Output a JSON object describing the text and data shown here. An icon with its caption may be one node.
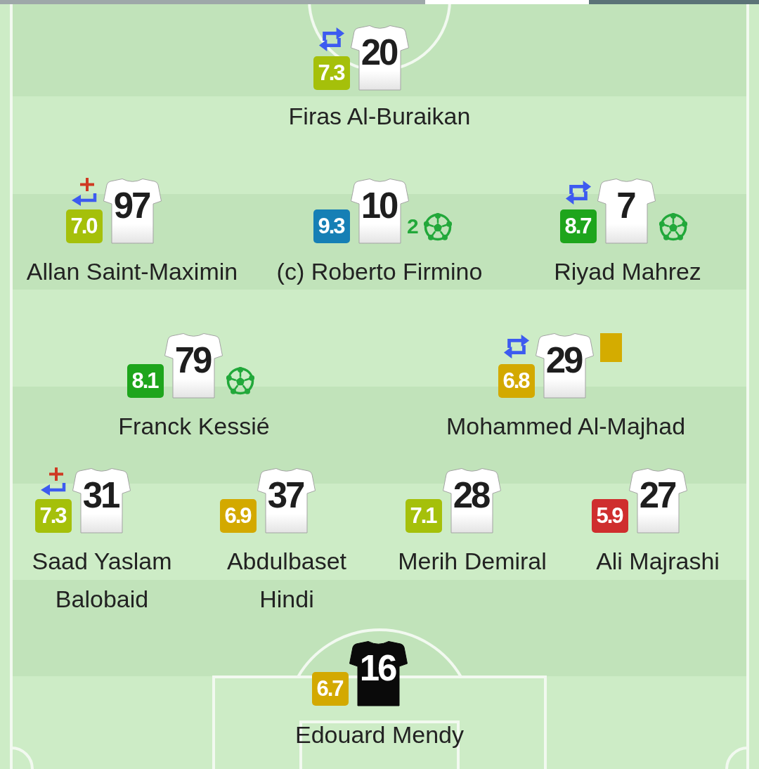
{
  "diagram": {
    "nodes": [
      {
        "text": [
          "7.3"
        ]
      },
      {
        "text": [
          "20"
        ],
        "beside": [
          "Firas Al-Buraikan"
        ]
      },
      {
        "text": [
          "7.0"
        ]
      },
      {
        "text": [
          "97"
        ],
        "beside": [
          "Allan Saint-Maximin"
        ]
      },
      {
        "text": [
          "9.3"
        ]
      },
      {
        "text": [
          "10"
        ],
        "beside": [
          "(c) Roberto Firmino"
        ]
      },
      {
        "text": [
          "8.7"
        ]
      },
      {
        "text": [
          "7"
        ],
        "beside": [
          "Riyad Mahrez"
        ]
      },
      {
        "text": [
          "8.1"
        ]
      },
      {
        "text": [
          "79"
        ],
        "beside": [
          "Franck Kessié"
        ]
      },
      {
        "text": [
          "6.8"
        ]
      },
      {
        "text": [
          "29"
        ],
        "beside": [
          "Mohammed Al-Majhad"
        ]
      },
      {
        "text": [
          "7.3"
        ]
      },
      {
        "text": [
          "31"
        ],
        "beside": [
          "Saad Yaslam Balobaid"
        ]
      },
      {
        "text": [
          "6.9"
        ]
      },
      {
        "text": [
          "37"
        ],
        "beside": [
          "Abdulbaset Hindi"
        ]
      },
      {
        "text": [
          "7.1"
        ]
      },
      {
        "text": [
          "28"
        ],
        "beside": [
          "Merih Demiral"
        ]
      },
      {
        "text": [
          "5.9"
        ]
      },
      {
        "text": [
          "27"
        ],
        "beside": [
          "Ali Majrashi"
        ]
      },
      {
        "text": [
          "6.7"
        ]
      },
      {
        "text": [
          "16"
        ],
        "beside": [
          "Edouard Mendy"
        ]
      }
    ],
    "labels": [
      "2"
    ]
  }
}
